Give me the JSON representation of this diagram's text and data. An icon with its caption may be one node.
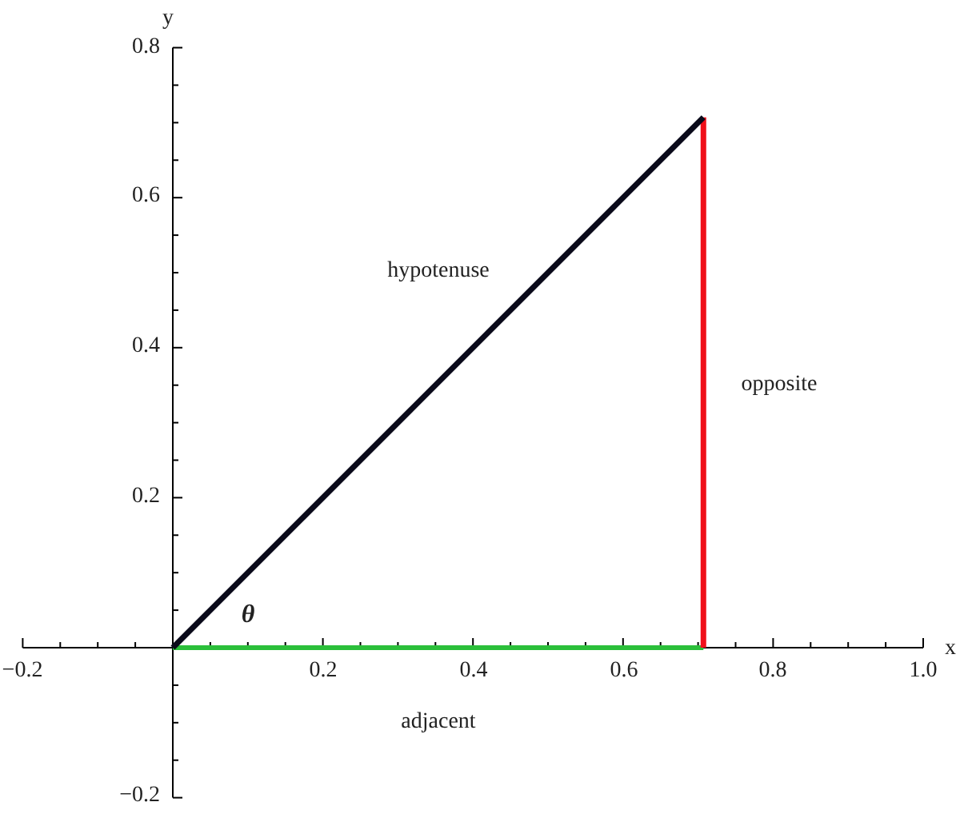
{
  "diagram": {
    "labels": [
      "y",
      "0.8",
      "0.6",
      "hypotenuse",
      "0.4",
      "opposite",
      "0.2",
      "θ",
      "−0.2",
      "0.2",
      "0.4",
      "0.6",
      "0.8",
      "x",
      "1.0",
      "adjacent",
      "−0.2"
    ]
  }
}
